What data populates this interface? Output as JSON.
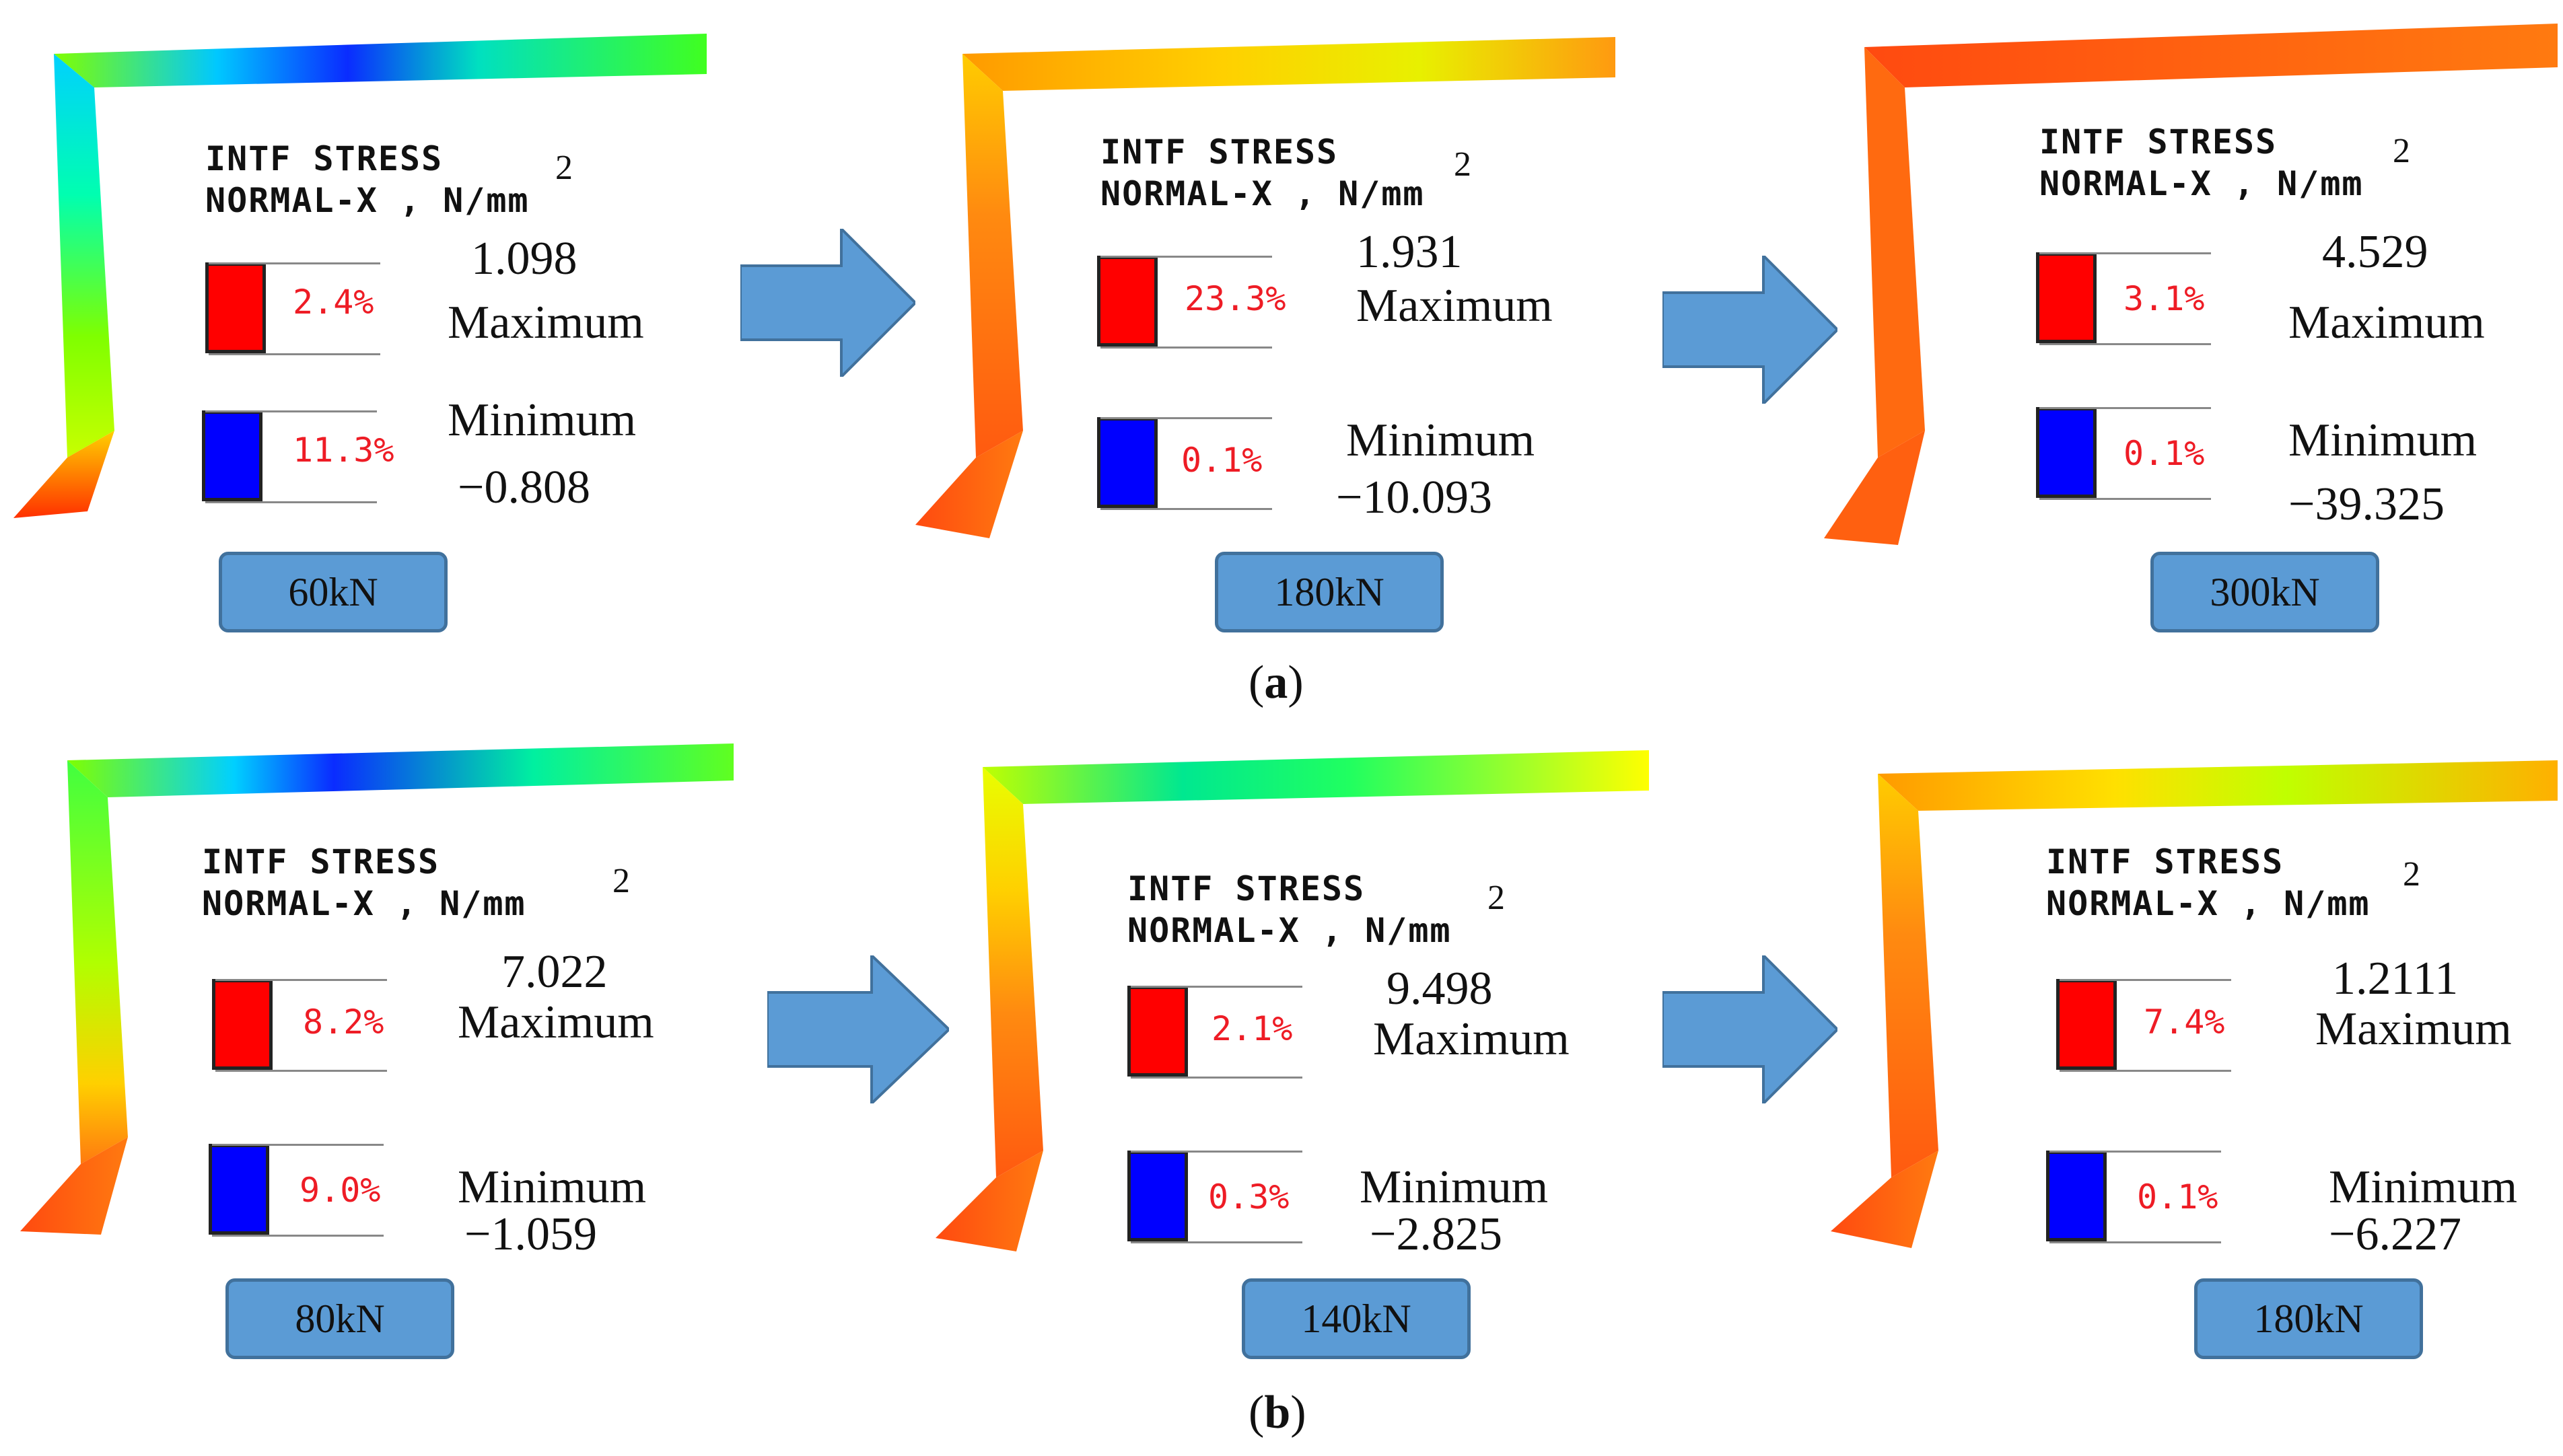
{
  "title_line1": "INTF STRESS",
  "title_line2": "NORMAL-X , N/mm",
  "superscript": "2",
  "max_label": "Maximum",
  "min_label": "Minimum",
  "row_a": {
    "caption_prefix": "(",
    "caption_letter": "a",
    "caption_suffix": ")",
    "panels": [
      {
        "max": "1.098",
        "max_pct": "2.4%",
        "min": "−0.808",
        "min_pct": "11.3%",
        "load": "60kN"
      },
      {
        "max": "1.931",
        "max_pct": "23.3%",
        "min": "−10.093",
        "min_pct": "0.1%",
        "load": "180kN"
      },
      {
        "max": "4.529",
        "max_pct": "3.1%",
        "min": "−39.325",
        "min_pct": "0.1%",
        "load": "300kN"
      }
    ]
  },
  "row_b": {
    "caption_prefix": "(",
    "caption_letter": "b",
    "caption_suffix": ")",
    "panels": [
      {
        "max": "7.022",
        "max_pct": "8.2%",
        "min": "−1.059",
        "min_pct": "9.0%",
        "load": "80kN"
      },
      {
        "max": "9.498",
        "max_pct": "2.1%",
        "min": "−2.825",
        "min_pct": "0.3%",
        "load": "140kN"
      },
      {
        "max": "1.2111",
        "max_pct": "7.4%",
        "min": "−6.227",
        "min_pct": "0.1%",
        "load": "180kN"
      }
    ]
  },
  "colors": {
    "max_box": "#ff0000",
    "min_box": "#0000ff",
    "pct_text": "#ee1c25",
    "button_fill": "#5b9bd5",
    "arrow_fill": "#5b9bd5"
  }
}
